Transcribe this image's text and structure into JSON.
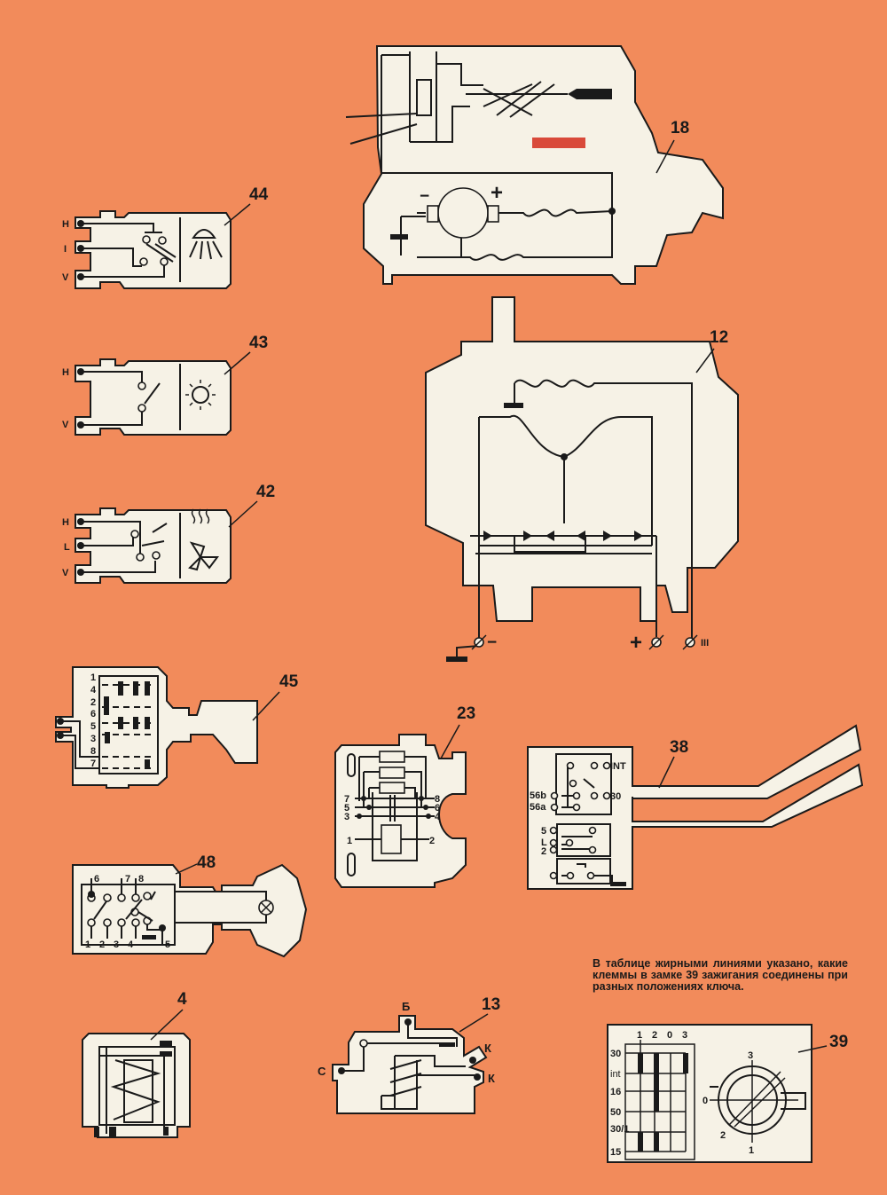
{
  "colors": {
    "background": "#f28b5b",
    "panel": "#f6f2e6",
    "ink": "#1a1a1a"
  },
  "components": {
    "c18": {
      "number": "18",
      "minus": "−",
      "plus": "+"
    },
    "c12": {
      "number": "12",
      "minus": "−",
      "plus": "+",
      "terminal_iii": "III"
    },
    "c44": {
      "number": "44",
      "terminals": [
        "H",
        "I",
        "V"
      ],
      "icon": "lamp-icon"
    },
    "c43": {
      "number": "43",
      "terminals": [
        "H",
        "V"
      ],
      "icon": "sun-icon"
    },
    "c42": {
      "number": "42",
      "terminals": [
        "H",
        "L",
        "V"
      ],
      "icon": "fan-heater-icon"
    },
    "c45": {
      "number": "45",
      "terminals": [
        "1",
        "4",
        "2",
        "6",
        "5",
        "3",
        "8",
        "7"
      ]
    },
    "c48": {
      "number": "48",
      "top_terminals": [
        "6",
        "7",
        "8"
      ],
      "bottom_terminals": [
        "1",
        "2",
        "3",
        "4",
        "5"
      ],
      "icon": "lamp-cross-icon"
    },
    "c23": {
      "number": "23",
      "left_terminals": [
        "7",
        "5",
        "3",
        "1"
      ],
      "right_terminals": [
        "8",
        "6",
        "4",
        "2"
      ]
    },
    "c38": {
      "number": "38",
      "terminals": [
        "INT",
        "56b",
        "56a",
        "30",
        "5",
        "L",
        "2"
      ]
    },
    "c4": {
      "number": "4"
    },
    "c13": {
      "number": "13",
      "terminals": [
        "Б",
        "С",
        "К",
        "К"
      ]
    },
    "c39": {
      "number": "39",
      "table_columns": [
        "1",
        "2",
        "0",
        "3"
      ],
      "table_rows": [
        "30",
        "int",
        "16",
        "50",
        "30/1",
        "15"
      ],
      "dial_positions": [
        "3",
        "0",
        "2",
        "1"
      ]
    }
  },
  "note": "В таблице жирными линиями указано, какие клеммы в замке 39 зажигания соединены при разных положениях ключа."
}
